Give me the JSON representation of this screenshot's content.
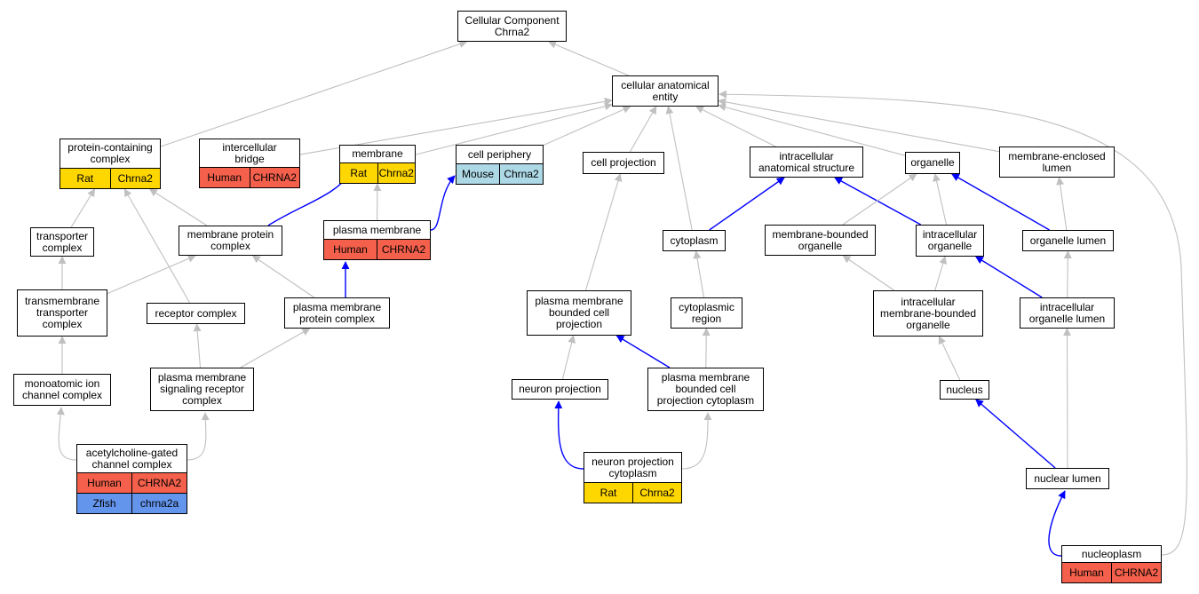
{
  "colors": {
    "Human": "#f4604b",
    "Rat": "#ffd700",
    "Mouse": "#add8e6",
    "Zfish": "#6495ed",
    "edge_gray": "#c0c0c0",
    "edge_blue": "#0000ff"
  },
  "nodes": {
    "root": {
      "label": "Cellular Component\nChrna2",
      "rows": []
    },
    "cae": {
      "label": "cellular anatomical\nentity",
      "rows": []
    },
    "pcc": {
      "label": "protein-containing\ncomplex",
      "rows": [
        {
          "species": "Rat",
          "gene": "Chrna2"
        }
      ]
    },
    "icb": {
      "label": "intercellular\nbridge",
      "rows": [
        {
          "species": "Human",
          "gene": "CHRNA2"
        }
      ]
    },
    "mem": {
      "label": "membrane",
      "rows": [
        {
          "species": "Rat",
          "gene": "Chrna2"
        }
      ]
    },
    "cper": {
      "label": "cell periphery",
      "rows": [
        {
          "species": "Mouse",
          "gene": "Chrna2"
        }
      ]
    },
    "cproj": {
      "label": "cell projection",
      "rows": []
    },
    "ias": {
      "label": "intracellular\nanatomical structure",
      "rows": []
    },
    "org": {
      "label": "organelle",
      "rows": []
    },
    "mel": {
      "label": "membrane-enclosed\nlumen",
      "rows": []
    },
    "trc": {
      "label": "transporter\ncomplex",
      "rows": []
    },
    "mpc": {
      "label": "membrane protein\ncomplex",
      "rows": []
    },
    "pm": {
      "label": "plasma membrane",
      "rows": [
        {
          "species": "Human",
          "gene": "CHRNA2"
        }
      ]
    },
    "cyto": {
      "label": "cytoplasm",
      "rows": []
    },
    "mbo": {
      "label": "membrane-bounded\norganelle",
      "rows": []
    },
    "io": {
      "label": "intracellular\norganelle",
      "rows": []
    },
    "ol": {
      "label": "organelle lumen",
      "rows": []
    },
    "ttc": {
      "label": "transmembrane\ntransporter\ncomplex",
      "rows": []
    },
    "rc": {
      "label": "receptor complex",
      "rows": []
    },
    "pmpc": {
      "label": "plasma membrane\nprotein complex",
      "rows": []
    },
    "pmbcp": {
      "label": "plasma membrane\nbounded cell\nprojection",
      "rows": []
    },
    "cr": {
      "label": "cytoplasmic\nregion",
      "rows": []
    },
    "imbo": {
      "label": "intracellular\nmembrane-bounded\norganelle",
      "rows": []
    },
    "iol": {
      "label": "intracellular\norganelle lumen",
      "rows": []
    },
    "mic": {
      "label": "monoatomic ion\nchannel complex",
      "rows": []
    },
    "pmsrc": {
      "label": "plasma membrane\nsignaling receptor\ncomplex",
      "rows": []
    },
    "np": {
      "label": "neuron projection",
      "rows": []
    },
    "pmbcpc": {
      "label": "plasma membrane\nbounded cell\nprojection cytoplasm",
      "rows": []
    },
    "nuc": {
      "label": "nucleus",
      "rows": []
    },
    "acgcc": {
      "label": "acetylcholine-gated\nchannel complex",
      "rows": [
        {
          "species": "Human",
          "gene": "CHRNA2"
        },
        {
          "species": "Zfish",
          "gene": "chrna2a"
        }
      ]
    },
    "npc": {
      "label": "neuron projection\ncytoplasm",
      "rows": [
        {
          "species": "Rat",
          "gene": "Chrna2"
        }
      ]
    },
    "nl": {
      "label": "nuclear lumen",
      "rows": []
    },
    "nplasm": {
      "label": "nucleoplasm",
      "rows": [
        {
          "species": "Human",
          "gene": "CHRNA2"
        }
      ]
    }
  },
  "edges": [
    {
      "from": "cae",
      "to": "root",
      "color": "gray"
    },
    {
      "from": "pcc",
      "to": "root",
      "color": "gray"
    },
    {
      "from": "icb",
      "to": "cae",
      "color": "gray"
    },
    {
      "from": "mem",
      "to": "cae",
      "color": "gray"
    },
    {
      "from": "cper",
      "to": "cae",
      "color": "gray"
    },
    {
      "from": "cproj",
      "to": "cae",
      "color": "gray"
    },
    {
      "from": "cyto",
      "to": "cae",
      "color": "gray"
    },
    {
      "from": "ias",
      "to": "cae",
      "color": "gray"
    },
    {
      "from": "org",
      "to": "cae",
      "color": "gray"
    },
    {
      "from": "mel",
      "to": "cae",
      "color": "gray"
    },
    {
      "from": "nplasm",
      "to": "cae",
      "color": "gray"
    },
    {
      "from": "trc",
      "to": "pcc",
      "color": "gray"
    },
    {
      "from": "mpc",
      "to": "pcc",
      "color": "gray"
    },
    {
      "from": "rc",
      "to": "pcc",
      "color": "gray"
    },
    {
      "from": "mpc",
      "to": "mem",
      "color": "blue"
    },
    {
      "from": "pm",
      "to": "mem",
      "color": "gray"
    },
    {
      "from": "pm",
      "to": "cper",
      "color": "blue"
    },
    {
      "from": "cyto",
      "to": "ias",
      "color": "blue"
    },
    {
      "from": "io",
      "to": "ias",
      "color": "blue"
    },
    {
      "from": "mbo",
      "to": "org",
      "color": "gray"
    },
    {
      "from": "io",
      "to": "org",
      "color": "gray"
    },
    {
      "from": "ol",
      "to": "org",
      "color": "blue"
    },
    {
      "from": "ol",
      "to": "mel",
      "color": "gray"
    },
    {
      "from": "ttc",
      "to": "trc",
      "color": "gray"
    },
    {
      "from": "ttc",
      "to": "mpc",
      "color": "gray"
    },
    {
      "from": "pmpc",
      "to": "mpc",
      "color": "gray"
    },
    {
      "from": "pmpc",
      "to": "pm",
      "color": "blue"
    },
    {
      "from": "pmbcp",
      "to": "cproj",
      "color": "gray"
    },
    {
      "from": "cr",
      "to": "cyto",
      "color": "gray"
    },
    {
      "from": "imbo",
      "to": "mbo",
      "color": "gray"
    },
    {
      "from": "imbo",
      "to": "io",
      "color": "gray"
    },
    {
      "from": "iol",
      "to": "io",
      "color": "blue"
    },
    {
      "from": "iol",
      "to": "ol",
      "color": "gray"
    },
    {
      "from": "mic",
      "to": "ttc",
      "color": "gray"
    },
    {
      "from": "pmsrc",
      "to": "rc",
      "color": "gray"
    },
    {
      "from": "pmsrc",
      "to": "pmpc",
      "color": "gray"
    },
    {
      "from": "np",
      "to": "pmbcp",
      "color": "gray"
    },
    {
      "from": "pmbcpc",
      "to": "pmbcp",
      "color": "blue"
    },
    {
      "from": "pmbcpc",
      "to": "cr",
      "color": "gray"
    },
    {
      "from": "nuc",
      "to": "imbo",
      "color": "gray"
    },
    {
      "from": "nl",
      "to": "iol",
      "color": "gray"
    },
    {
      "from": "nl",
      "to": "nuc",
      "color": "blue"
    },
    {
      "from": "acgcc",
      "to": "mic",
      "color": "gray"
    },
    {
      "from": "acgcc",
      "to": "pmsrc",
      "color": "gray"
    },
    {
      "from": "npc",
      "to": "np",
      "color": "blue"
    },
    {
      "from": "npc",
      "to": "pmbcpc",
      "color": "gray"
    },
    {
      "from": "nplasm",
      "to": "nl",
      "color": "blue"
    }
  ]
}
